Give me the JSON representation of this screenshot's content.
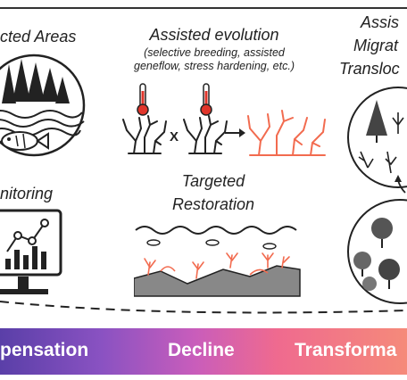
{
  "panels": {
    "protected_areas": {
      "title": "cted Areas"
    },
    "assisted_evolution": {
      "title": "Assisted evolution",
      "subtitle_line1": "(selective breeding, assisted",
      "subtitle_line2": "geneflow, stress hardening, etc.)"
    },
    "assisted_migration": {
      "title_line1": "Assis",
      "title_line2": "Migrat",
      "title_line3": "Transloc"
    },
    "monitoring": {
      "title": "nitoring"
    },
    "targeted_restoration": {
      "title_line1": "Targeted",
      "title_line2": "Restoration"
    }
  },
  "breeding_symbol": "X",
  "phases": {
    "compensation": "pensation",
    "decline": "Decline",
    "transformation": "Transforma"
  },
  "colors": {
    "coral_orange": "#f26b4f",
    "thermometer_red": "#e0352b",
    "banner_start": "#5a3fa8",
    "banner_end": "#f58a7a"
  },
  "icons": [
    "forest-fish-circle-icon",
    "thermometer-icon",
    "coral-icon",
    "monitor-chart-icon",
    "reef-restoration-icon",
    "tree-circle-icon"
  ]
}
